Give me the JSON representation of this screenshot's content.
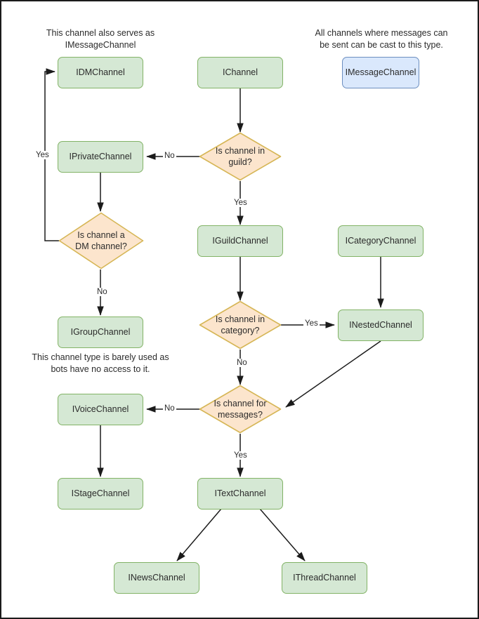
{
  "diagram": {
    "title": "Discord channel interface hierarchy flowchart",
    "colors": {
      "process_fill": "#d5e8d4",
      "process_stroke": "#82b366",
      "message_fill": "#dae8fc",
      "message_stroke": "#6c8ebf",
      "decision_fill": "#fce5cd",
      "decision_stroke": "#d6b656",
      "edge": "#1b1b1b",
      "text": "#2b2b2b",
      "frame": "#1b1b1b",
      "background": "#ffffff"
    },
    "captions": [
      {
        "id": "caption-dm",
        "text": "This channel also serves as\nIMessageChannel"
      },
      {
        "id": "caption-message",
        "text": "All channels where messages can\nbe sent can be cast to this type."
      },
      {
        "id": "caption-group",
        "text": "This channel type is barely used as\nbots have no access to it."
      }
    ],
    "nodes": [
      {
        "id": "idmchannel",
        "label": "IDMChannel",
        "type": "process"
      },
      {
        "id": "ichannel",
        "label": "IChannel",
        "type": "process"
      },
      {
        "id": "imessagechannel",
        "label": "IMessageChannel",
        "type": "process-blue"
      },
      {
        "id": "iprivatechannel",
        "label": "IPrivateChannel",
        "type": "process"
      },
      {
        "id": "igroupchannel",
        "label": "IGroupChannel",
        "type": "process"
      },
      {
        "id": "iguildchannel",
        "label": "IGuildChannel",
        "type": "process"
      },
      {
        "id": "icategorychannel",
        "label": "ICategoryChannel",
        "type": "process"
      },
      {
        "id": "inestedchannel",
        "label": "INestedChannel",
        "type": "process"
      },
      {
        "id": "ivoicechannel",
        "label": "IVoiceChannel",
        "type": "process"
      },
      {
        "id": "istagechannel",
        "label": "IStageChannel",
        "type": "process"
      },
      {
        "id": "itextchannel",
        "label": "ITextChannel",
        "type": "process"
      },
      {
        "id": "inewschannel",
        "label": "INewsChannel",
        "type": "process"
      },
      {
        "id": "ithreadchannel",
        "label": "IThreadChannel",
        "type": "process"
      }
    ],
    "decisions": [
      {
        "id": "decision-guild",
        "line1": "Is channel in",
        "line2": "guild?"
      },
      {
        "id": "decision-dm",
        "line1": "Is channel a",
        "line2": "DM channel?"
      },
      {
        "id": "decision-category",
        "line1": "Is channel in",
        "line2": "category?"
      },
      {
        "id": "decision-messages",
        "line1": "Is channel for",
        "line2": "messages?"
      }
    ],
    "edge_labels": [
      {
        "id": "edge-guild-no",
        "text": "No"
      },
      {
        "id": "edge-guild-yes",
        "text": "Yes"
      },
      {
        "id": "edge-dm-yes",
        "text": "Yes"
      },
      {
        "id": "edge-dm-no",
        "text": "No"
      },
      {
        "id": "edge-category-yes",
        "text": "Yes"
      },
      {
        "id": "edge-category-no",
        "text": "No"
      },
      {
        "id": "edge-messages-no",
        "text": "No"
      },
      {
        "id": "edge-messages-yes",
        "text": "Yes"
      }
    ]
  }
}
